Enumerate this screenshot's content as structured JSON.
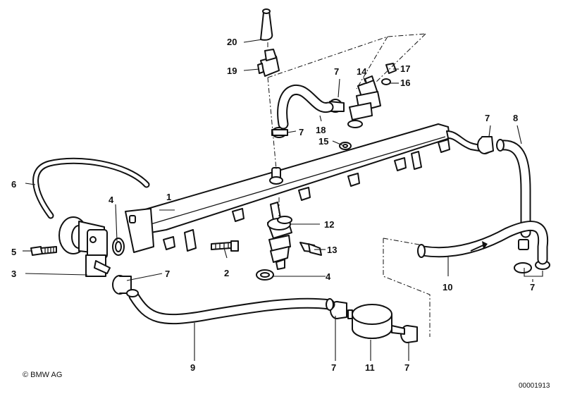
{
  "callouts": {
    "c1": "1",
    "c2": "2",
    "c3": "3",
    "c4a": "4",
    "c4b": "4",
    "c5": "5",
    "c6": "6",
    "c7a": "7",
    "c7b": "7",
    "c7c": "7",
    "c7d": "7",
    "c7e": "7",
    "c7f": "7",
    "c7g": "7",
    "c8": "8",
    "c9": "9",
    "c10": "10",
    "c11": "11",
    "c12": "12",
    "c13": "13",
    "c14": "14",
    "c15": "15",
    "c16": "16",
    "c17": "17",
    "c18": "18",
    "c19": "19",
    "c20": "20"
  },
  "footer": {
    "copyright": "© BMW AG",
    "diagram_number": "00001913"
  }
}
